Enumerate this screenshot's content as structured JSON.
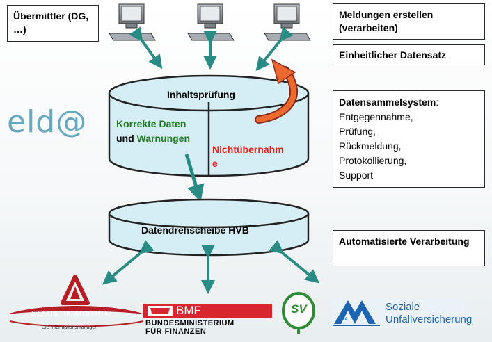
{
  "boxes": {
    "uebermittler": "Übermittler (DG, …)",
    "meldungen": "Meldungen erstellen (verarbeiten)",
    "datensatz": "Einheitlicher Datensatz",
    "dss_title": "Datensammelsystem",
    "dss_colon": ":",
    "dss_items": [
      "Entgegennahme,",
      "Prüfung,",
      "Rückmeldung,",
      "Protokollierung,",
      "Support"
    ],
    "automatisiert": "Automatisierte Verarbeitung"
  },
  "top_cylinder": {
    "title": "Inhaltsprüfung",
    "left_line1": "Korrekte Daten",
    "left_und": "und ",
    "left_warn": "Warnungen",
    "right_line1": "Nichtübernahm",
    "right_line2": "e"
  },
  "bottom_cylinder": {
    "title": "Datendrehscheibe HVB"
  },
  "logo_eld": "eld@",
  "logos": {
    "statistik_title": "STATISTIK AUSTRIA",
    "statistik_sub": "Die Informationsmanager",
    "bmf_short": "BMF",
    "bmf_line1": "BUNDESMINISTERIUM",
    "bmf_line2": "FÜR FINANZEN",
    "sv_mark": "SV",
    "auva_line1": "Soziale",
    "auva_line2": "Unfallversicherung",
    "auva_short": "AUVA"
  },
  "colors": {
    "arrow": "#2a8b84",
    "green": "#1f7a1f",
    "red": "#e02418",
    "cyl_fill": "#d5edf4",
    "eld": "#67a7c0",
    "bmf_red": "#d7262d",
    "auva_blue": "#1d64b0"
  }
}
